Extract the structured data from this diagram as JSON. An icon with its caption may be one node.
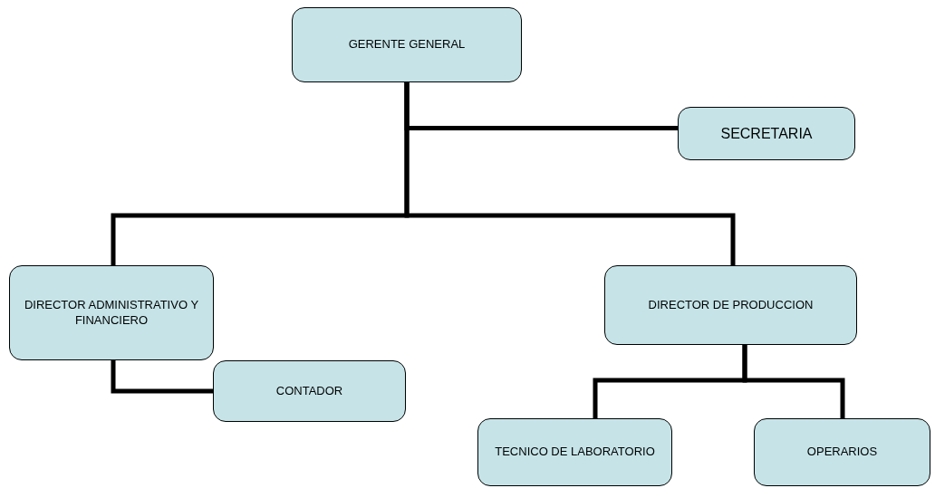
{
  "diagram": {
    "nodes": [
      {
        "text": [
          "GERENTE GENERAL"
        ]
      },
      {
        "text": [
          "SECRETARIA"
        ]
      },
      {
        "text": [
          "DIRECTOR ADMINISTRATIVO Y FINANCIERO"
        ]
      },
      {
        "text": [
          "DIRECTOR DE PRODUCCION"
        ]
      },
      {
        "text": [
          "CONTADOR"
        ]
      },
      {
        "text": [
          "TECNICO DE LABORATORIO"
        ]
      },
      {
        "text": [
          "OPERARIOS"
        ]
      }
    ],
    "edges": [
      {
        "from": 0,
        "to": 1,
        "arrow": "none"
      },
      {
        "from": 0,
        "to": 2,
        "arrow": "none"
      },
      {
        "from": 0,
        "to": 3,
        "arrow": "none"
      },
      {
        "from": 2,
        "to": 4,
        "arrow": "none"
      },
      {
        "from": 3,
        "to": 5,
        "arrow": "none"
      },
      {
        "from": 3,
        "to": 6,
        "arrow": "none"
      }
    ]
  }
}
